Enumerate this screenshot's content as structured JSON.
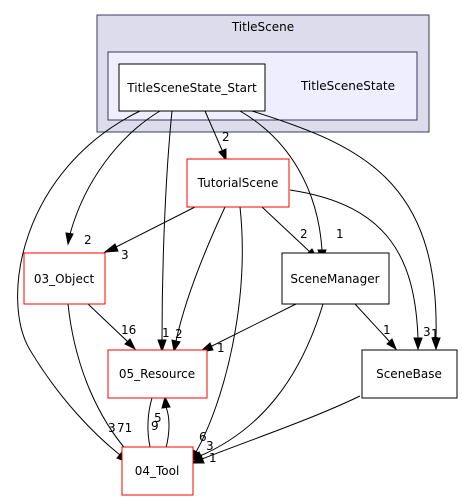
{
  "clusters": {
    "outer": {
      "label": "TitleScene"
    },
    "inner": {
      "label": "TitleSceneState"
    }
  },
  "nodes": {
    "start": {
      "label": "TitleSceneState_Start",
      "border": "#000000"
    },
    "tutorial": {
      "label": "TutorialScene",
      "border": "#ff0000"
    },
    "object": {
      "label": "03_Object",
      "border": "#ff0000"
    },
    "scenemanager": {
      "label": "SceneManager",
      "border": "#000000"
    },
    "resource": {
      "label": "05_Resource",
      "border": "#ff0000"
    },
    "scenebase": {
      "label": "SceneBase",
      "border": "#000000"
    },
    "tool": {
      "label": "04_Tool",
      "border": "#ff0000"
    }
  },
  "edge_labels": {
    "start_tutorial": "2",
    "start_object": "2",
    "start_resource": "1",
    "start_scenemanager": "1",
    "start_scenebase": "1",
    "tutorial_object": "3",
    "tutorial_scenemanager": "2",
    "tutorial_resource": "2",
    "tutorial_scenebase": "3",
    "object_resource": "16",
    "object_tool": "71",
    "scenemanager_resource": "1",
    "scenemanager_scenebase": "1",
    "scenemanager_tool": "3",
    "resource_tool": "9",
    "tool_resource": "5",
    "scenebase_tool": "1",
    "start_tool": "3",
    "tutorial_tool": "6"
  }
}
